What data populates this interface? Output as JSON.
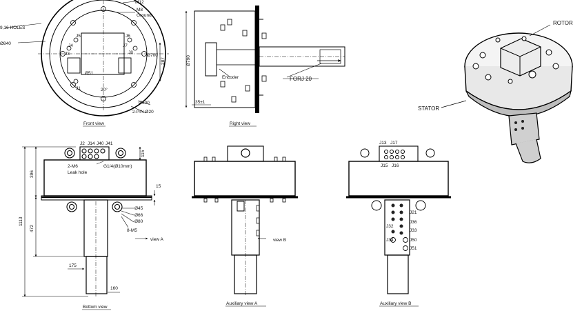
{
  "front": {
    "m12": "M12",
    "m8": "M8",
    "ground": "Ground",
    "holes": "9,16 HOLES",
    "d840": "Ø840",
    "d700": "Ø700",
    "d287": "287",
    "d51": "Ø51",
    "angle": "20°",
    "d600": "Ø600",
    "pin": "2-PIN Ø20",
    "j1": "J1",
    "j3": "J3",
    "j4": "J4",
    "j5": "J5",
    "j6": "J6",
    "j7": "J7",
    "j8": "J8",
    "caption": "Front view"
  },
  "right": {
    "d790": "Ø790",
    "encoder": "Encoder",
    "forj": "FORJ 20",
    "d35": "35±1",
    "caption": "Right view"
  },
  "bottom": {
    "j2": "J2",
    "j14": "J14",
    "j40": "J40",
    "j41": "J41",
    "d115": "115",
    "m6": "2-M6",
    "leak": "Leak hole",
    "g14": "G1/4(Ø10mm)",
    "d396": "396",
    "d15": "15",
    "d1113": "1113",
    "d472": "472",
    "d45": "Ø45",
    "d66": "Ø66",
    "d80": "Ø80",
    "m5": "8-M5",
    "viewa": "view A",
    "d175": "175",
    "d160": "160",
    "caption": "Bottom view"
  },
  "auxA": {
    "viewb": "view B",
    "caption": "Auxiliary view A"
  },
  "auxB": {
    "j13": "J13",
    "j17": "J17",
    "j15": "J15",
    "j16": "J16",
    "j21": "J21",
    "j36": "J36",
    "j32": "J32",
    "j33": "J33",
    "j34": "J34",
    "j50": "J50",
    "j51": "J51",
    "caption": "Auxiliary view B"
  },
  "iso": {
    "rotor": "ROTOR",
    "stator": "STATOR"
  }
}
